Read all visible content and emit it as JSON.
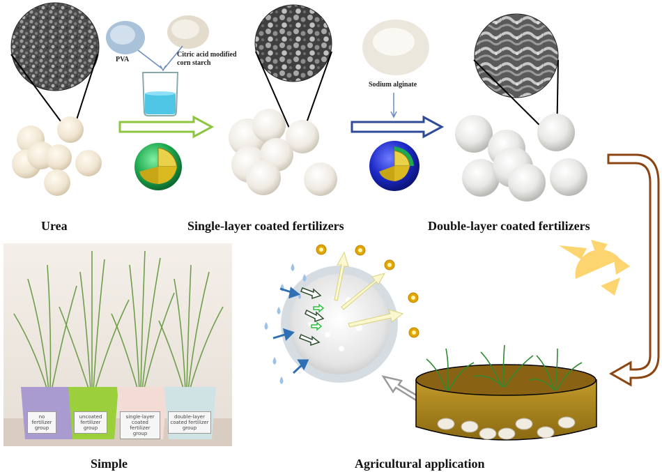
{
  "labels": {
    "urea": "Urea",
    "single": "Single-layer coated fertilizers",
    "double": "Double-layer coated fertilizers",
    "simple": "Simple",
    "agri": "Agricultural application"
  },
  "materials": {
    "pva": "PVA",
    "starch_line1": "Citric acid modified",
    "starch_line2": "corn starch",
    "alginate": "Sodium alginate"
  },
  "pot_tags": [
    [
      "no",
      "fertilizer",
      "group"
    ],
    [
      "uncoated",
      "fertilizer",
      "group"
    ],
    [
      "single-layer",
      "coated fertilizer",
      "group"
    ],
    [
      "double-layer",
      "coated fertilizer",
      "group"
    ]
  ],
  "colors": {
    "green_arrow": "#8cc63f",
    "blue_arrow": "#2e4a9a",
    "brown_arrow": "#8b4513",
    "sun": "#fcd570",
    "nutrient": "#e3a500",
    "water": "#5b9bd5"
  }
}
